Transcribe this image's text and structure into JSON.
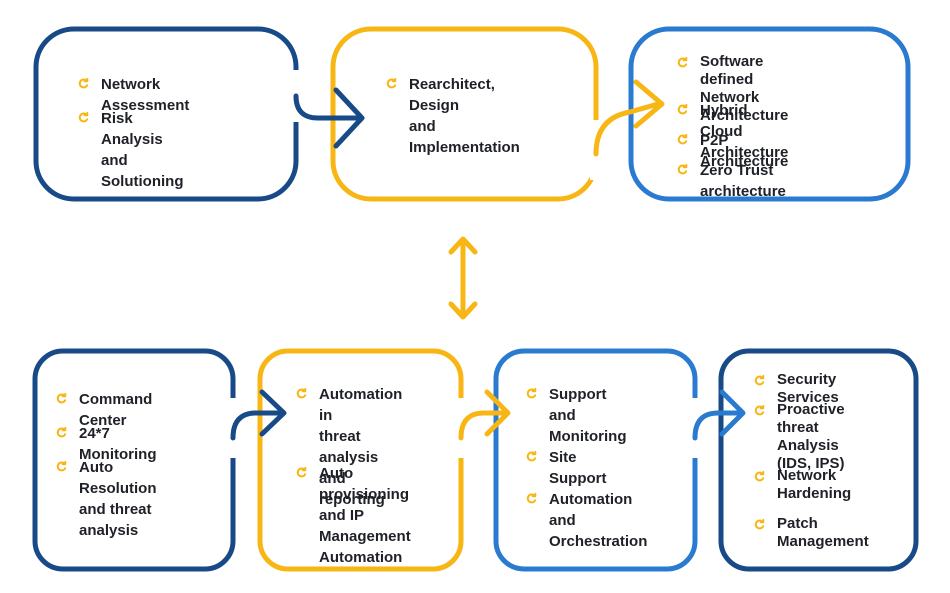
{
  "colors": {
    "dark_blue": "#174a86",
    "mid_blue": "#2a7bd0",
    "yellow": "#f7b614",
    "text": "#1f2128"
  },
  "icons": {
    "bullet": "circular-arrow-icon",
    "connector": "right-arrow-icon",
    "bidirectional": "double-vertical-arrow-icon"
  },
  "top_row": {
    "box1": {
      "items": [
        "Network Assessment",
        "Risk Analysis\nand Solutioning"
      ]
    },
    "box2": {
      "items": [
        "Rearchitect, Design\nand Implementation"
      ]
    },
    "box3": {
      "items": [
        "Software defined\nNetwork Architecture",
        "Hybrid Cloud Architecture",
        "P2P Architecture",
        "Zero Trust architecture"
      ]
    }
  },
  "bottom_row": {
    "box1": {
      "items": [
        "Command Center",
        "24*7 Monitoring",
        "Auto Resolution\nand threat analysis"
      ]
    },
    "box2": {
      "items": [
        "Automation in\nthreat analysis\nand reporting",
        "Auto provisioning\nand IP\nManagement\nAutomation"
      ]
    },
    "box3": {
      "items": [
        "Support and\nMonitoring",
        "Site Support",
        "Automation\nand Orchestration"
      ]
    },
    "box4": {
      "items": [
        "Security Services",
        "Proactive\nthreat Analysis\n(IDS, IPS)",
        "Network\nHardening",
        "Patch\nManagement"
      ]
    }
  }
}
